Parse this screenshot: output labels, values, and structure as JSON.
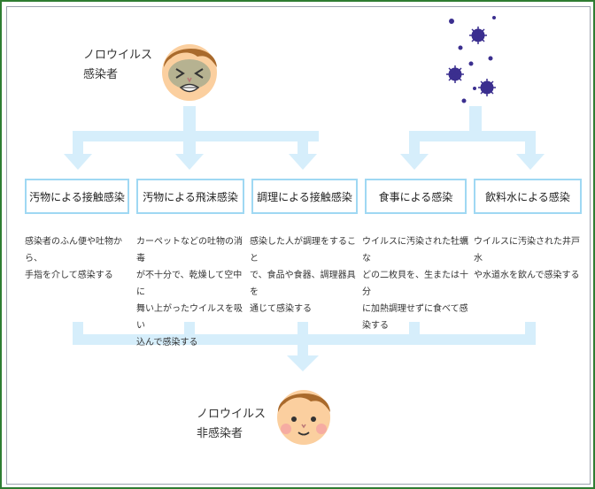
{
  "source": {
    "label_line1": "ノロウイルス",
    "label_line2": "感染者"
  },
  "target": {
    "label_line1": "ノロウイルス",
    "label_line2": "非感染者"
  },
  "colors": {
    "arrow": "#d6eefb",
    "box_border": "#9fd8f3",
    "virus": "#3b2f8f",
    "frame": "#2f7d32"
  },
  "routes": [
    {
      "label": "汚物による接触感染",
      "desc": [
        "感染者のふん便や吐物から、",
        "手指を介して感染する"
      ]
    },
    {
      "label": "汚物による飛沫感染",
      "desc": [
        "カーペットなどの吐物の消毒",
        "が不十分で、乾燥して空中に",
        "舞い上がったウイルスを吸い",
        "込んで感染する"
      ]
    },
    {
      "label": "調理による接触感染",
      "desc": [
        "感染した人が調理をすること",
        "で、食品や食器、調理器具を",
        "通じて感染する"
      ]
    },
    {
      "label": "食事による感染",
      "desc": [
        "ウイルスに汚染された牡蠣な",
        "どの二枚貝を、生または十分",
        "に加熱調理せずに食べて感",
        "染する"
      ]
    },
    {
      "label": "飲料水による感染",
      "desc": [
        "ウイルスに汚染された井戸水",
        "や水道水を飲んで感染する"
      ]
    }
  ]
}
